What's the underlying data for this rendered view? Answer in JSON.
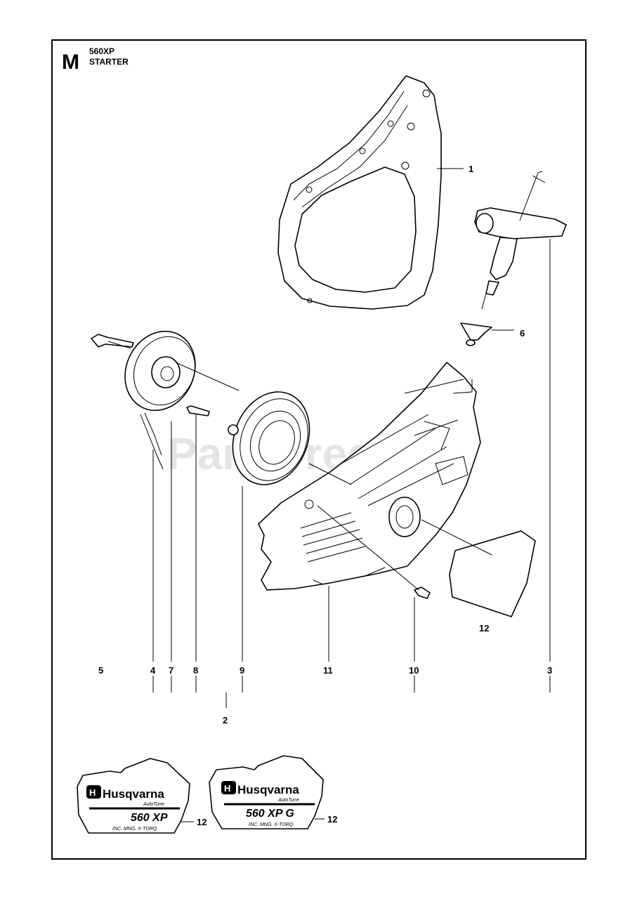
{
  "header": {
    "section_letter": "M",
    "model": "560XP",
    "section_name": "STARTER"
  },
  "watermark": "PartsTree",
  "callouts": {
    "c1": "1",
    "c2": "2",
    "c3": "3",
    "c4": "4",
    "c5": "5",
    "c6": "6",
    "c7": "7",
    "c8": "8",
    "c9": "9",
    "c10": "10",
    "c11": "11",
    "c12_main": "12",
    "c12_decal_a": "12",
    "c12_decal_b": "12"
  },
  "decal_a": {
    "brand": "Husqvarna",
    "autotune": "AutoTune",
    "model": "560 XP",
    "footer": "INC. MNG. X-TORQ"
  },
  "decal_b": {
    "brand": "Husqvarna",
    "autotune": "AutoTune",
    "model": "560 XP G",
    "footer": "INC. MNG. X-TORQ"
  }
}
